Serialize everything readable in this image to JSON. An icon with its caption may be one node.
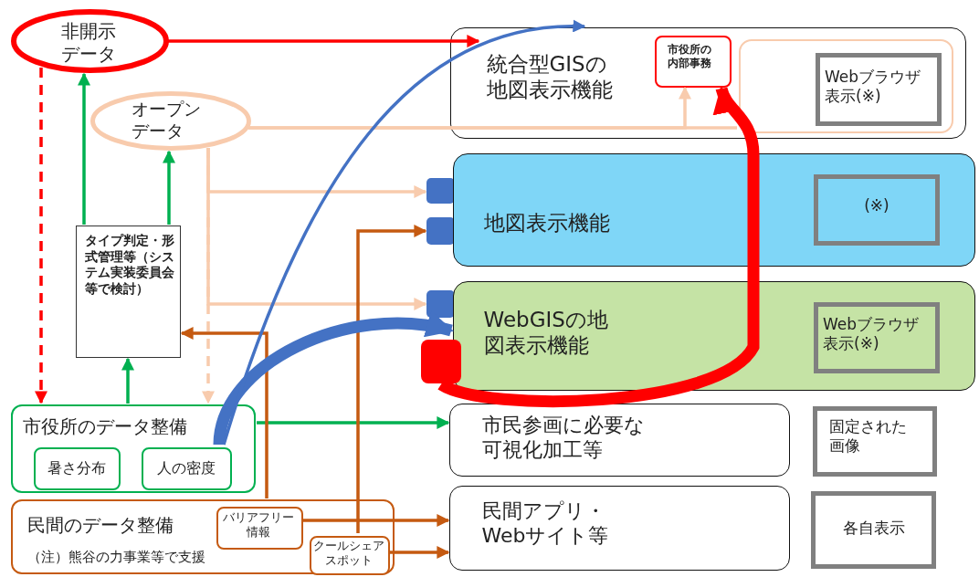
{
  "diagram": {
    "nodes": [
      {
        "text": [
          "非開示データ"
        ]
      },
      {
        "text": [
          "オープンデータ"
        ]
      },
      {
        "text": [
          "タイプ判定・形式管理等（システム実装委員会等で検討）"
        ]
      },
      {
        "text": [
          "統合型GISの地図表示機能"
        ]
      },
      {
        "text": [
          "市役所の内部事務"
        ],
        "in": 3
      },
      {
        "text": [],
        "shape": "box",
        "in": 3
      },
      {
        "text": [
          "Webブラウザ表示(※)"
        ],
        "in": 5
      },
      {
        "text": [],
        "shape": "box"
      },
      {
        "text": [],
        "shape": "box"
      },
      {
        "text": [
          "地図表示機能"
        ]
      },
      {
        "text": [
          "(※)"
        ],
        "in": 9
      },
      {
        "text": [],
        "shape": "box"
      },
      {
        "text": [
          "WebGISの地図表示機能"
        ]
      },
      {
        "text": [
          "Webブラウザ表示(※)"
        ],
        "in": 12
      },
      {
        "text": [],
        "shape": "box"
      },
      {
        "text": [
          "市役所のデータ整備"
        ]
      },
      {
        "text": [
          "暑さ分布"
        ],
        "in": 15
      },
      {
        "text": [
          "人の密度"
        ],
        "in": 15
      },
      {
        "text": [
          "市民参画に必要な可視化加工等"
        ]
      },
      {
        "text": [
          "固定された画像"
        ]
      },
      {
        "text": [
          "民間のデータ整備",
          "（注）熊谷の力事業等で支援"
        ]
      },
      {
        "text": [
          "バリアフリー情報"
        ],
        "in": 20
      },
      {
        "text": [
          "クールシェアスポット"
        ],
        "in": 20
      },
      {
        "text": [
          "民間アプリ・Webサイト等"
        ]
      },
      {
        "text": [
          "各自表示"
        ]
      }
    ],
    "edges": [
      {
        "from": 0,
        "to": 3,
        "arrow": "to",
        "color": "#ff0000"
      },
      {
        "from": 0,
        "to": 15,
        "arrow": "to",
        "style": "dashed",
        "color": "#ff0000"
      },
      {
        "from": 2,
        "to": 0,
        "arrow": "to",
        "color": "#00b050"
      },
      {
        "from": 2,
        "to": 1,
        "arrow": "to",
        "color": "#00b050"
      },
      {
        "from": 15,
        "to": 2,
        "arrow": "to",
        "color": "#00b050"
      },
      {
        "from": 1,
        "to": 5,
        "arrow": "none",
        "color": "#f8cbad"
      },
      {
        "from": 1,
        "to": 4,
        "arrow": "to",
        "color": "#f8cbad"
      },
      {
        "from": 1,
        "to": 7,
        "arrow": "to",
        "color": "#f8cbad"
      },
      {
        "from": 1,
        "to": 11,
        "arrow": "to",
        "color": "#f8cbad"
      },
      {
        "from": 1,
        "to": 15,
        "arrow": "to",
        "style": "dashed",
        "color": "#f8cbad"
      },
      {
        "from": 15,
        "to": 18,
        "arrow": "to",
        "color": "#00b050"
      },
      {
        "from": 20,
        "to": 2,
        "arrow": "to",
        "color": "#c55a11"
      },
      {
        "from": 22,
        "to": 8,
        "arrow": "to",
        "color": "#c55a11"
      },
      {
        "from": 21,
        "to": 23,
        "arrow": "to",
        "color": "#c55a11"
      },
      {
        "from": 22,
        "to": 23,
        "arrow": "to",
        "color": "#c55a11"
      },
      {
        "from": 17,
        "to": 12,
        "arrow": "to",
        "style": "thick",
        "color": "#4472c4"
      },
      {
        "from": 17,
        "to": 3,
        "arrow": "to",
        "color": "#4472c4"
      },
      {
        "from": 14,
        "to": 4,
        "arrow": "to",
        "style": "thick",
        "color": "#ff0000"
      }
    ]
  }
}
